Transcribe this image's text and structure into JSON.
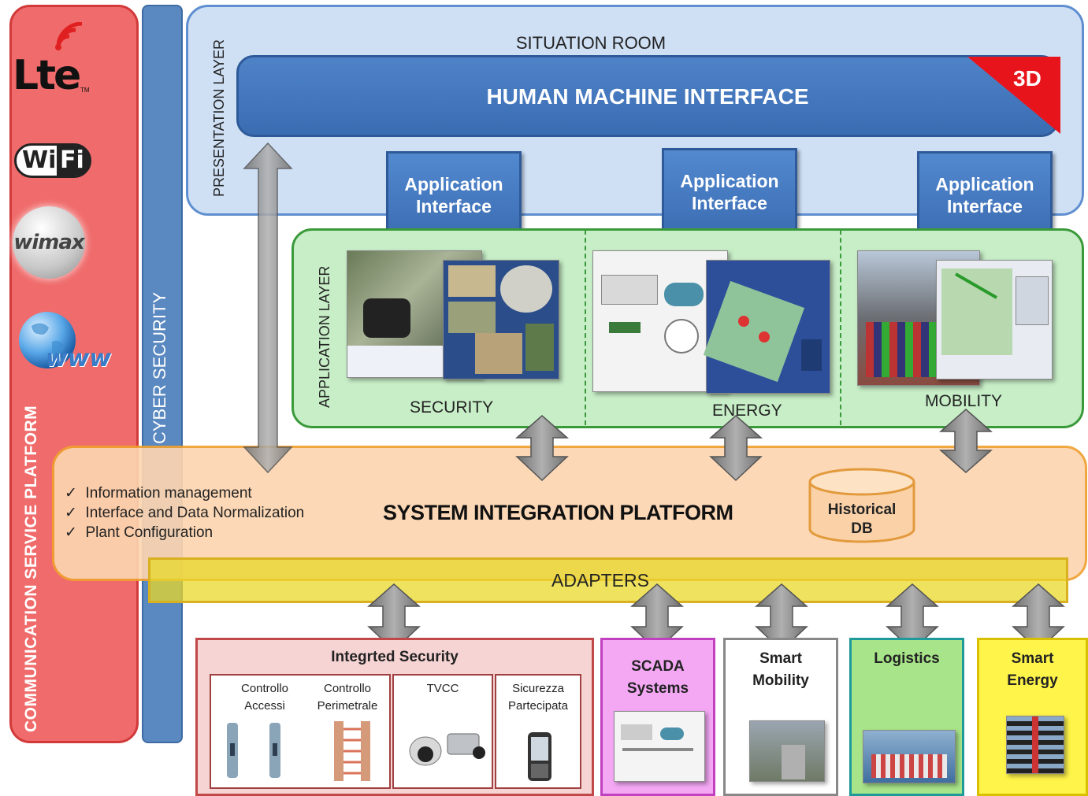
{
  "communication_platform": {
    "label": "COMMUNICATION SERVICE PLATFORM",
    "logos": [
      {
        "icon": "lte-logo",
        "text": "Lte",
        "sub": "TM"
      },
      {
        "icon": "wifi-logo",
        "text_a": "Wi",
        "text_b": "Fi"
      },
      {
        "icon": "wimax-logo",
        "text": "wimax"
      },
      {
        "icon": "globe-www-logo",
        "text": "www"
      }
    ]
  },
  "cyber_security": {
    "label": "CYBER SECURITY"
  },
  "presentation_layer": {
    "label": "PRESENTATION LAYER",
    "situation_room": "SITUATION ROOM",
    "hmi": "HUMAN MACHINE INTERFACE",
    "badge_3d": "3D",
    "app_interfaces": [
      {
        "line1": "Application",
        "line2": "Interface"
      },
      {
        "line1": "Application",
        "line2": "Interface"
      },
      {
        "line1": "Application",
        "line2": "Interface"
      }
    ]
  },
  "application_layer": {
    "label": "APPLICATION LAYER",
    "sections": [
      "SECURITY",
      "ENERGY",
      "MOBILITY"
    ]
  },
  "system_integration": {
    "title": "SYSTEM INTEGRATION PLATFORM",
    "features": [
      "Information management",
      "Interface and Data Normalization",
      "Plant Configuration"
    ],
    "db_line1": "Historical",
    "db_line2": "DB",
    "adapters": "ADAPTERS"
  },
  "field_systems": {
    "integrated_security": {
      "title": "Integrted Security",
      "items": [
        {
          "line1": "Controllo",
          "line2": "Accessi"
        },
        {
          "line1": "Controllo",
          "line2": "Perimetrale"
        },
        {
          "line1": "TVCC",
          "line2": ""
        },
        {
          "line1": "Sicurezza",
          "line2": "Partecipata"
        }
      ]
    },
    "scada": {
      "line1": "SCADA",
      "line2": "Systems"
    },
    "smart_mobility": {
      "line1": "Smart",
      "line2": "Mobility"
    },
    "logistics": {
      "line1": "Logistics"
    },
    "smart_energy": {
      "line1": "Smart",
      "line2": "Energy"
    }
  },
  "colors": {
    "comm_red": "#f06b6b",
    "cyber_blue": "#5a88c0",
    "presentation_blue": "#cfe0f5",
    "application_green": "#c7eec7",
    "integration_orange": "#fcd5b0",
    "adapters_yellow": "#e8d828"
  }
}
